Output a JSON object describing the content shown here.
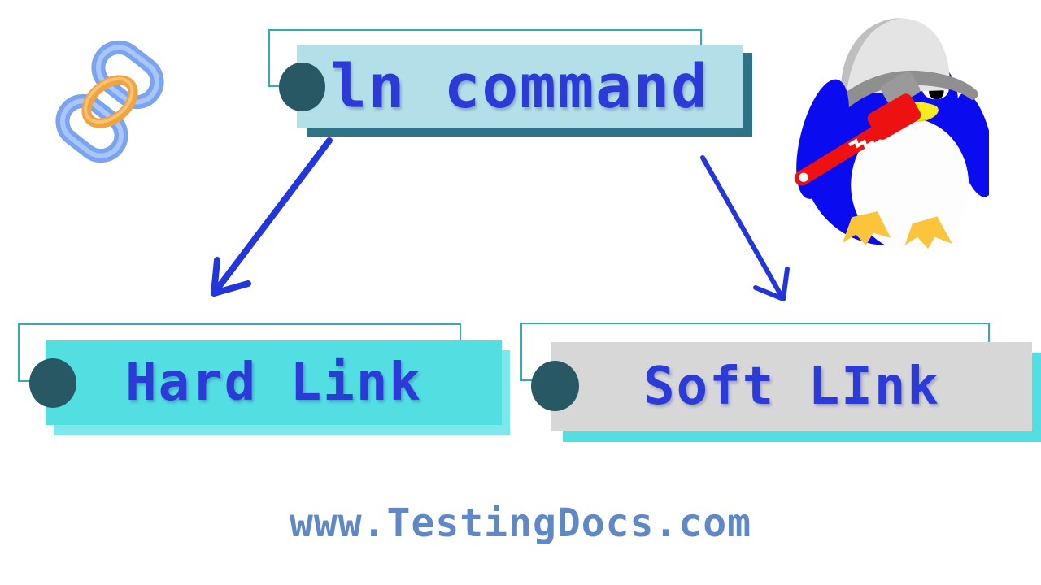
{
  "diagram": {
    "topic": "ln command link types",
    "nodes": {
      "title": {
        "label": "ln command"
      },
      "hard": {
        "label": "Hard Link"
      },
      "soft": {
        "label": "Soft LInk"
      }
    },
    "arrows": [
      {
        "from": "ln-command",
        "to": "hard-link"
      },
      {
        "from": "ln-command",
        "to": "soft-link"
      }
    ],
    "icons": {
      "chain": "chain-link-icon",
      "penguin": "tux-penguin-mechanic-icon"
    },
    "colors": {
      "label_text_blue": "#2c3ad7",
      "arrow_blue": "#2236d9",
      "title_fill": "#b3e0e8",
      "title_shadow": "#2e7287",
      "hard_fill": "#53dee2",
      "hard_shadow": "#7ce8ec",
      "soft_fill": "#d7d7d7",
      "soft_shadow": "#53dee2",
      "outline_teal": "#35a9b8",
      "bullet_dot": "#275864",
      "url_blue": "#5e88c8",
      "penguin_blue": "#0b0bef",
      "wrench_red": "#ee1111",
      "cap_gray": "#e4e4e4"
    }
  },
  "footer": {
    "website": "www.TestingDocs.com"
  }
}
